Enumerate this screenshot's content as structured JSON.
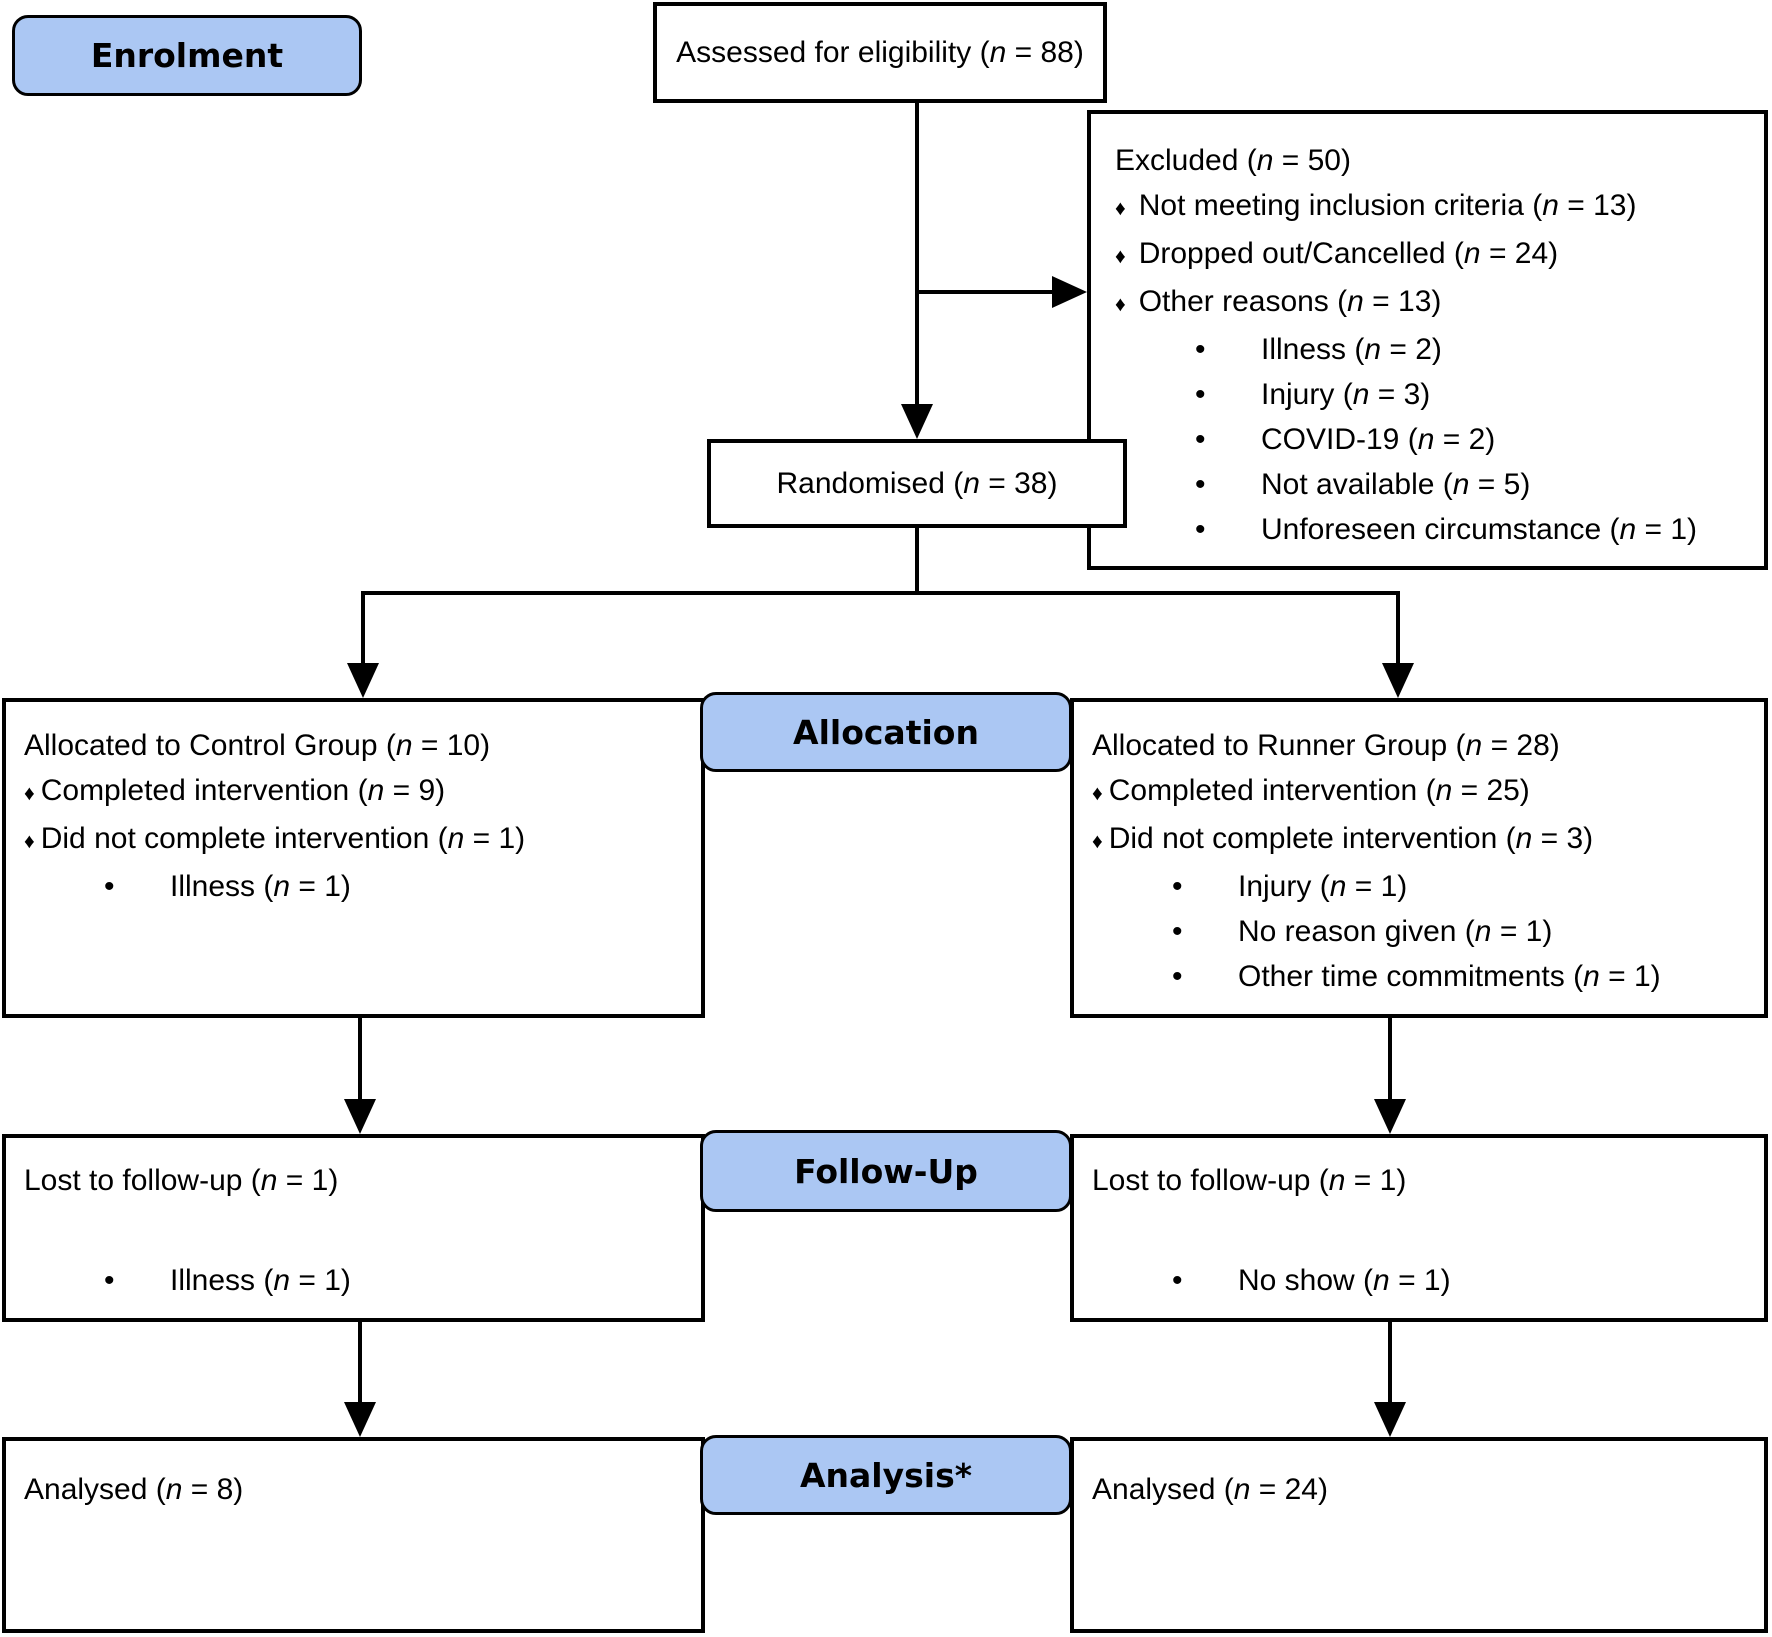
{
  "colors": {
    "label_fill": "#abc7f3",
    "border": "#000000",
    "box_fill": "#ffffff"
  },
  "stage_labels": {
    "enrolment": "Enrolment",
    "allocation": "Allocation",
    "follow_up": "Follow-Up",
    "analysis": "Analysis*"
  },
  "boxes": {
    "assessed": {
      "lines": [
        {
          "t": "Assessed for eligibility (n = 88)"
        }
      ]
    },
    "excluded": {
      "lines": [
        {
          "t": "Excluded (n = 50)"
        },
        {
          "b": "♦",
          "lvl": 1,
          "t": "Not meeting inclusion criteria (n = 13)"
        },
        {
          "b": "♦",
          "lvl": 1,
          "t": "Dropped out/Cancelled (n = 24)"
        },
        {
          "b": "♦",
          "lvl": 1,
          "t": "Other reasons (n = 13)"
        },
        {
          "b": "•",
          "lvl": 2,
          "t": "Illness (n = 2)"
        },
        {
          "b": "•",
          "lvl": 2,
          "t": "Injury (n = 3)"
        },
        {
          "b": "•",
          "lvl": 2,
          "t": "COVID-19 (n = 2)"
        },
        {
          "b": "•",
          "lvl": 2,
          "t": "Not available (n = 5)"
        },
        {
          "b": "•",
          "lvl": 2,
          "t": "Unforeseen circumstance (n = 1)"
        }
      ]
    },
    "randomised": {
      "lines": [
        {
          "t": "Randomised (n = 38)"
        }
      ]
    },
    "allocated_control": {
      "lines": [
        {
          "t": "Allocated to Control Group (n = 10)"
        },
        {
          "b": "♦",
          "lvl": 1,
          "tight": true,
          "t": "Completed intervention (n = 9)"
        },
        {
          "b": "♦",
          "lvl": 1,
          "tight": true,
          "t": "Did not complete intervention (n = 1)"
        },
        {
          "b": "•",
          "lvl": 2,
          "t": "Illness (n = 1)"
        }
      ]
    },
    "allocated_runner": {
      "lines": [
        {
          "t": "Allocated to Runner Group (n = 28)"
        },
        {
          "b": "♦",
          "lvl": 1,
          "tight": true,
          "t": "Completed intervention (n = 25)"
        },
        {
          "b": "♦",
          "lvl": 1,
          "tight": true,
          "t": "Did not complete intervention (n = 3)"
        },
        {
          "b": "•",
          "lvl": 2,
          "t": "Injury (n = 1)"
        },
        {
          "b": "•",
          "lvl": 2,
          "t": "No reason given (n = 1)"
        },
        {
          "b": "•",
          "lvl": 2,
          "t": "Other time commitments (n = 1)"
        }
      ]
    },
    "lost_control": {
      "lines": [
        {
          "t": "Lost to follow-up (n = 1)"
        },
        {
          "b": "•",
          "lvl": 2,
          "gap": true,
          "t": "Illness (n = 1)"
        }
      ]
    },
    "lost_runner": {
      "lines": [
        {
          "t": "Lost to follow-up (n = 1)"
        },
        {
          "b": "•",
          "lvl": 2,
          "gap": true,
          "t": "No show (n = 1)"
        }
      ]
    },
    "analysed_control": {
      "lines": [
        {
          "t": "Analysed (n = 8)"
        }
      ]
    },
    "analysed_runner": {
      "lines": [
        {
          "t": "Analysed (n = 24)"
        }
      ]
    }
  }
}
